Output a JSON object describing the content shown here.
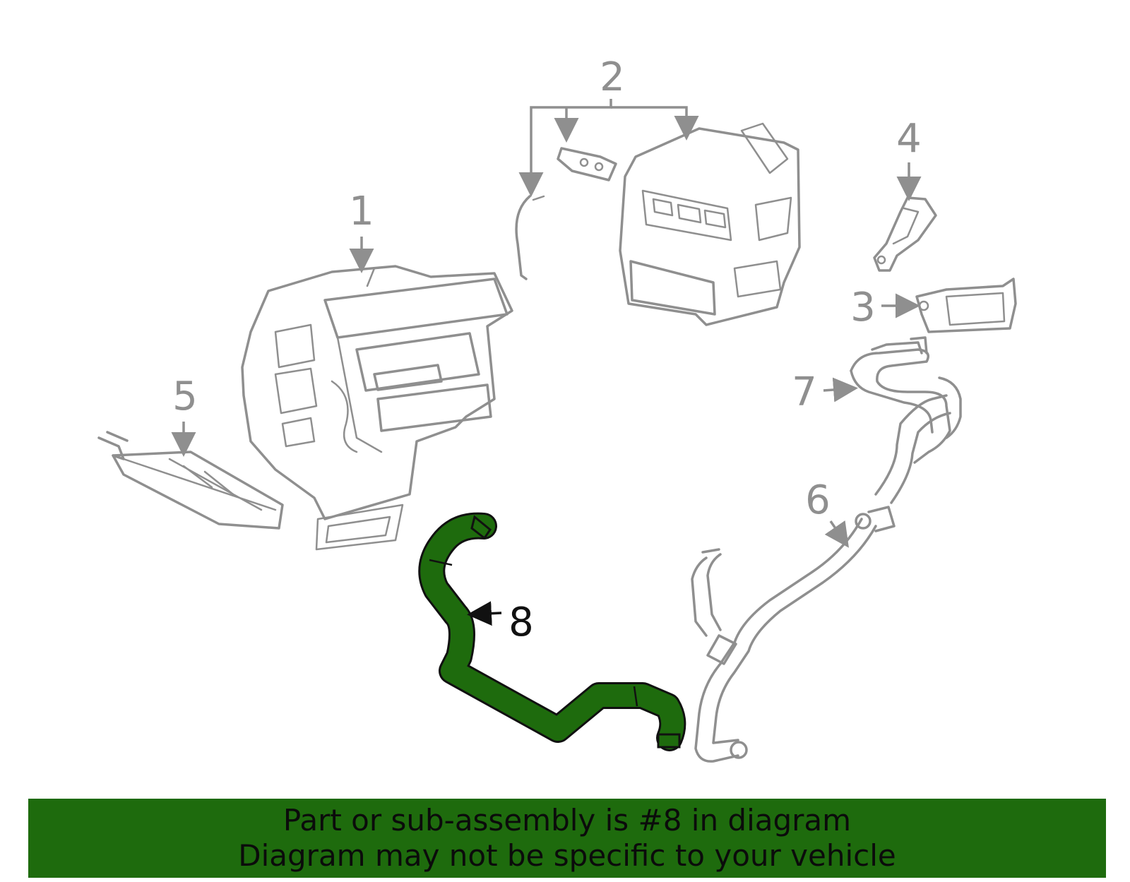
{
  "callouts": {
    "c1": "1",
    "c2": "2",
    "c3": "3",
    "c4": "4",
    "c5": "5",
    "c6": "6",
    "c7": "7",
    "c8": "8"
  },
  "highlight": {
    "part": "8",
    "color": "#1e6b0d"
  },
  "banner": {
    "line1": "Part or sub-assembly is #8 in diagram",
    "line2": "Diagram may not be specific to your vehicle",
    "background": "#1e6b0d"
  },
  "colors": {
    "line_art": "#8f8f8f",
    "highlight_outline": "#111111"
  }
}
